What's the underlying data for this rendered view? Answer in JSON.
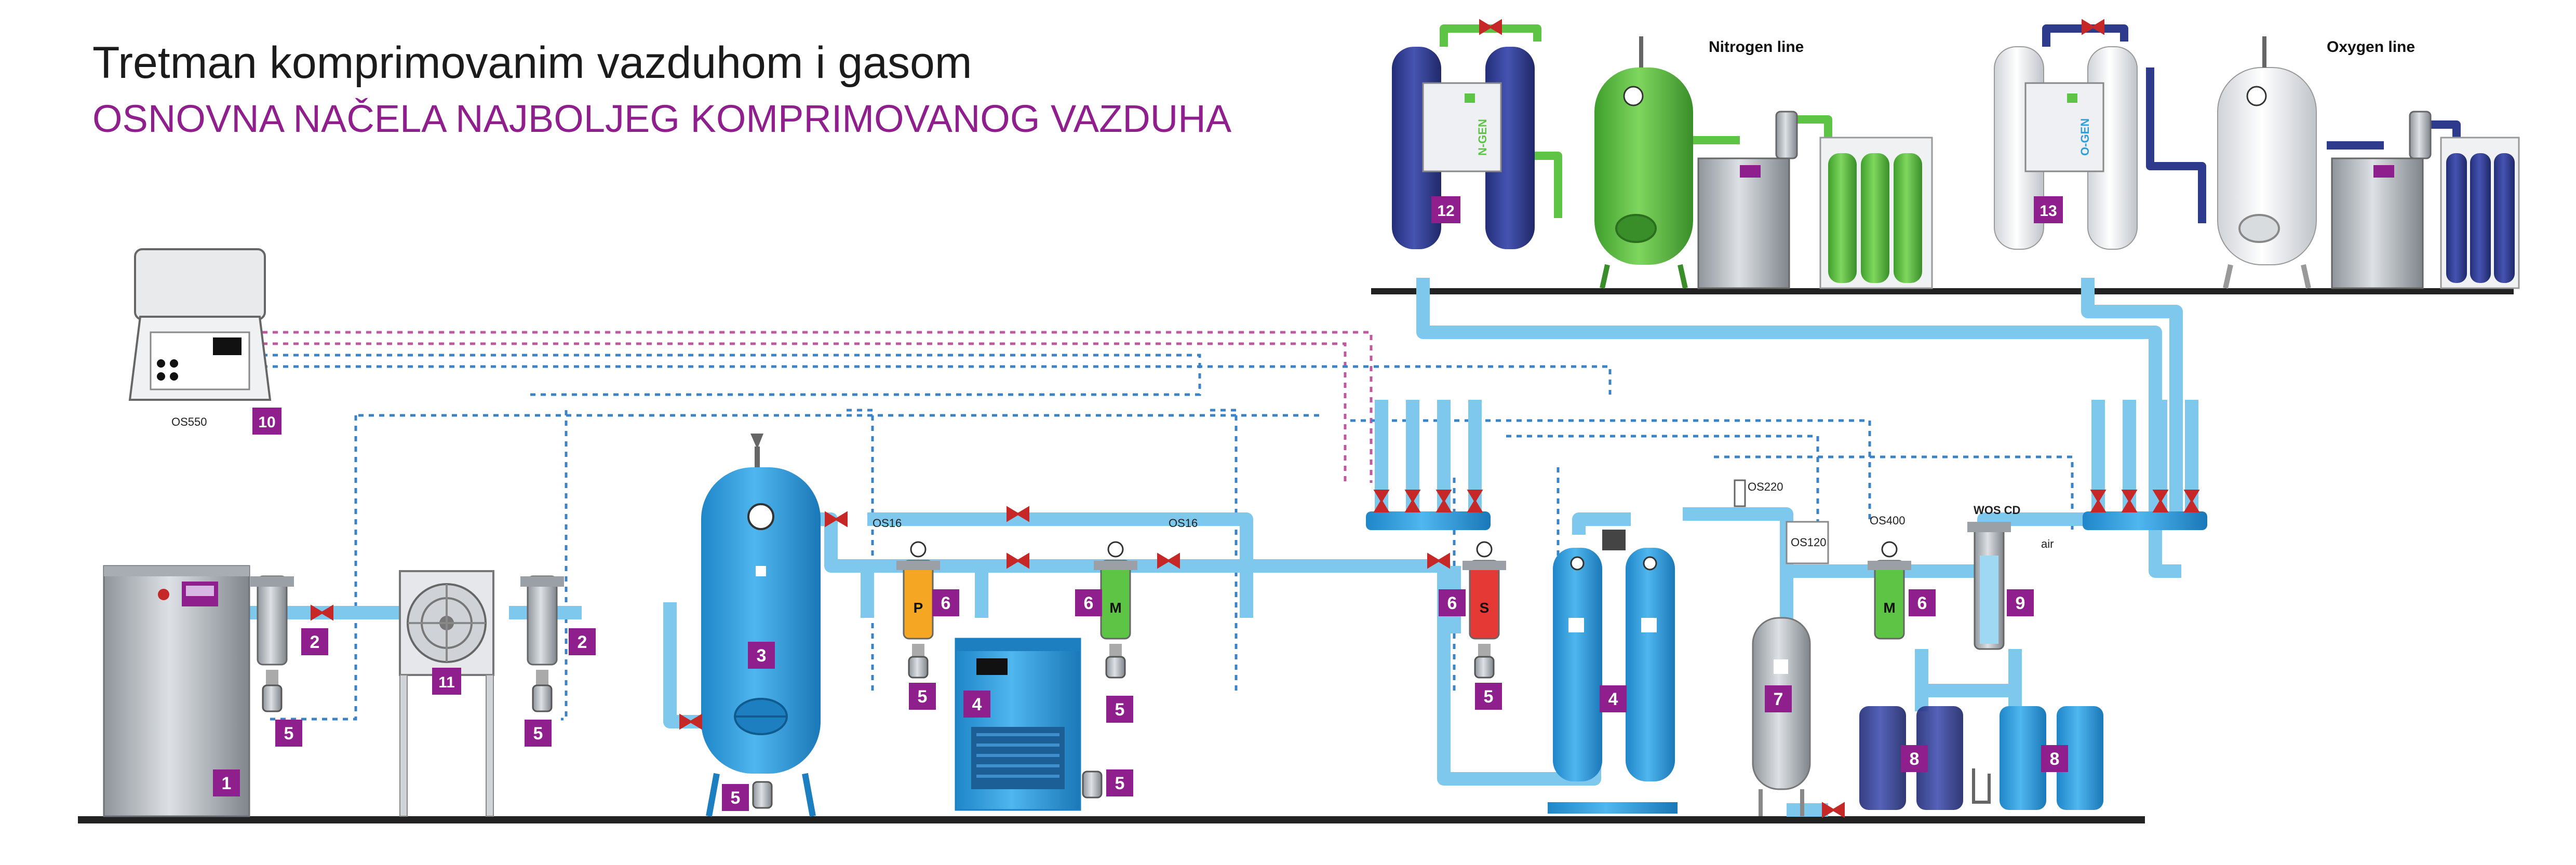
{
  "title": "Tretman komprimovanim vazduhom i gasom",
  "subtitle": "OSNOVNA NAČELA NAJBOLJEG KOMPRIMOVANOG VAZDUHA",
  "lines": {
    "nitrogen": "Nitrogen line",
    "oxygen": "Oxygen line"
  },
  "devices": {
    "ngen": "N-GEN",
    "ogen": "O-GEN",
    "os550": "OS550",
    "os16_a": "OS16",
    "os16_b": "OS16",
    "os220": "OS220",
    "os120": "OS120",
    "os400": "OS400",
    "wos": "WOS CD",
    "air": "air"
  },
  "filter_letters": {
    "p": "P",
    "m1": "M",
    "s": "S",
    "m2": "M"
  },
  "badges": {
    "b1": "1",
    "b2a": "2",
    "b2b": "2",
    "b3": "3",
    "b4a": "4",
    "b4b": "4",
    "b5a": "5",
    "b5b": "5",
    "b5c": "5",
    "b5d": "5",
    "b5e": "5",
    "b5f": "5",
    "b5g": "5",
    "b6a": "6",
    "b6b": "6",
    "b6c": "6",
    "b6d": "6",
    "b7": "7",
    "b8a": "8",
    "b8b": "8",
    "b9": "9",
    "b10": "10",
    "b11": "11",
    "b12": "12",
    "b13": "13"
  },
  "colors": {
    "pipe": "#7ec8ee",
    "tank": "#2f9fdc",
    "tank_dark": "#1d7fc0",
    "green": "#5ec445",
    "navy": "#2e3a8c",
    "badge": "#8e1f8c",
    "valve": "#c62828",
    "floor": "#222222"
  }
}
